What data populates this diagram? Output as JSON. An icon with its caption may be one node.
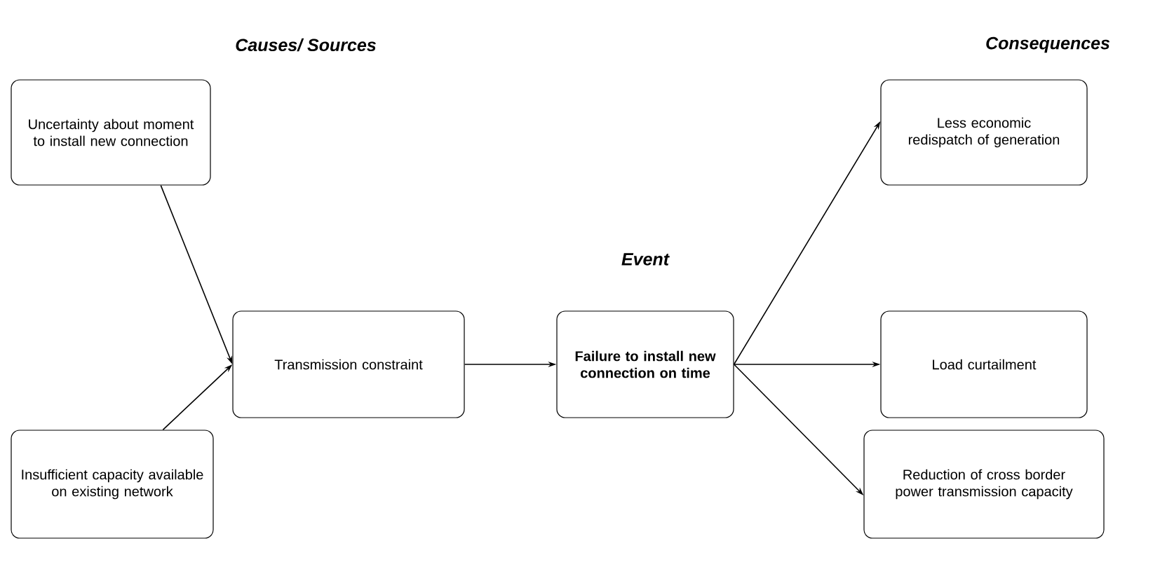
{
  "diagram": {
    "nodes": [
      {
        "text": [
          "Uncertainty about moment to install new connection"
        ]
      },
      {
        "text": [
          "Insufficient capacity available on existing network"
        ]
      },
      {
        "text": [
          "Transmission constraint"
        ]
      },
      {
        "text": [
          "Failure to install new connection on time"
        ]
      },
      {
        "text": [
          "Less economic redispatch of generation"
        ]
      },
      {
        "text": [
          "Load curtailment"
        ]
      },
      {
        "text": [
          "Reduction of cross border power transmission capacity"
        ]
      }
    ],
    "edges": [
      {
        "from": 0,
        "to": 2,
        "arrow": "to"
      },
      {
        "from": 1,
        "to": 2,
        "arrow": "to"
      },
      {
        "from": 2,
        "to": 3,
        "arrow": "to"
      },
      {
        "from": 3,
        "to": 4,
        "arrow": "to"
      },
      {
        "from": 3,
        "to": 5,
        "arrow": "to"
      },
      {
        "from": 3,
        "to": 6,
        "arrow": "to"
      }
    ],
    "labels": [
      "Causes/ Sources",
      "Consequences",
      "Event"
    ]
  }
}
